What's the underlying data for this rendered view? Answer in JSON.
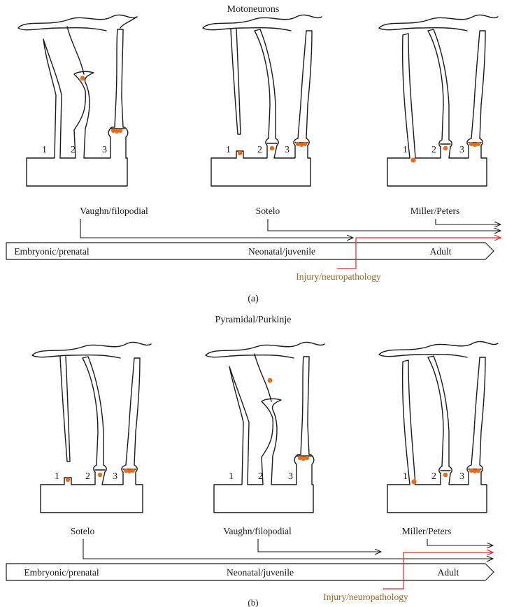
{
  "panel_a": {
    "title": "Motoneurons",
    "caption": "(a)",
    "neuron_labels": [
      "1",
      "2",
      "3"
    ],
    "timeline": {
      "stages": [
        "Embryonic/prenatal",
        "Neonatal/juvenile",
        "Adult"
      ],
      "theories": [
        "Vaughn/filopodial",
        "Sotelo",
        "Miller/Peters"
      ],
      "injury": "Injury/neuropathology"
    }
  },
  "panel_b": {
    "title": "Pyramidal/Purkinje",
    "caption": "(b)",
    "neuron_labels": [
      "1",
      "2",
      "3"
    ],
    "timeline": {
      "stages": [
        "Embryonic/prenatal",
        "Neonatal/juvenile",
        "Adult"
      ],
      "theories": [
        "Sotelo",
        "Vaughn/filopodial",
        "Miller/Peters"
      ],
      "injury": "Injury/neuropathology"
    }
  },
  "colors": {
    "synapse": "#ee6a14",
    "injury_line": "#e8262b",
    "injury_text": "#a0651e",
    "outline": "#1a1a1a"
  }
}
